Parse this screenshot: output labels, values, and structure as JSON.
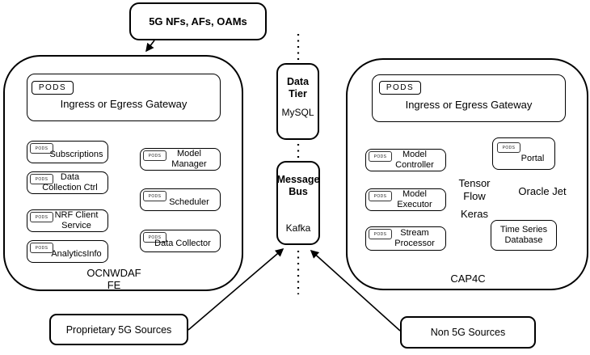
{
  "tags": {
    "pods": "PODS"
  },
  "colors": {
    "stroke": "#000000",
    "background": "#ffffff"
  },
  "external": {
    "top_source": "5G NFs, AFs, OAMs",
    "proprietary_source": "Proprietary 5G Sources",
    "non_5g_source": "Non 5G Sources"
  },
  "ocnwdaf": {
    "title": "OCNWDAF FE",
    "pods": "PODS",
    "gateway": "Ingress or Egress Gateway",
    "boxes": {
      "subscriptions": {
        "lines": [
          "Subscriptions"
        ]
      },
      "data_collection_ctrl": {
        "lines": [
          "Data",
          "Collection Ctrl"
        ]
      },
      "nrf_client_service": {
        "lines": [
          "NRF Client",
          "Service"
        ]
      },
      "analytics_info": {
        "lines": [
          "AnalyticsInfo"
        ]
      },
      "model_manager": {
        "lines": [
          "Model",
          "Manager"
        ]
      },
      "scheduler": {
        "lines": [
          "Scheduler"
        ]
      },
      "data_collector": {
        "lines": [
          "Data Collector"
        ]
      }
    }
  },
  "middle": {
    "data_tier": {
      "title": "Data Tier",
      "tech": "MySQL"
    },
    "message_bus": {
      "title": "Message Bus",
      "tech": "Kafka"
    }
  },
  "cap4c": {
    "title": "CAP4C",
    "pods": "PODS",
    "gateway": "Ingress or Egress Gateway",
    "boxes": {
      "model_controller": {
        "lines": [
          "Model",
          "Controller"
        ]
      },
      "model_executor": {
        "lines": [
          "Model",
          "Executor"
        ]
      },
      "stream_processor": {
        "lines": [
          "Stream",
          "Processor"
        ]
      },
      "portal": {
        "lines": [
          "Portal"
        ]
      },
      "time_series_database": {
        "lines": [
          "Time Series",
          "Database"
        ]
      }
    },
    "frameworks": {
      "tensor_flow": "Tensor Flow",
      "keras": "Keras",
      "oracle_jet": "Oracle Jet"
    }
  }
}
